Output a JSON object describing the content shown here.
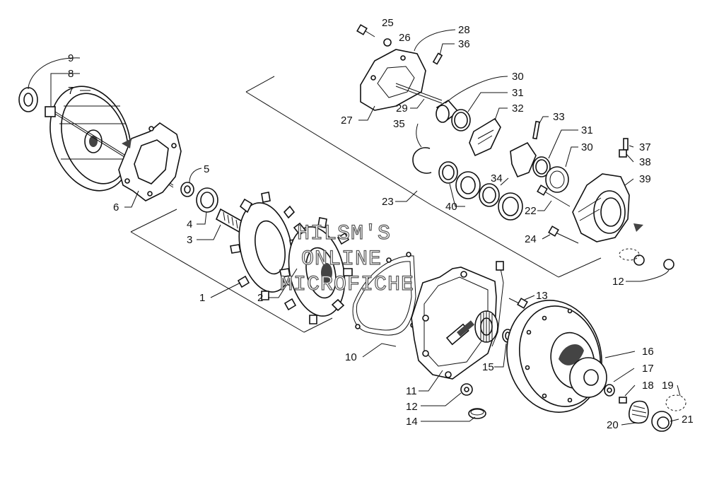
{
  "diagram": {
    "callouts": [
      "1",
      "2",
      "3",
      "4",
      "5",
      "6",
      "7",
      "8",
      "9",
      "10",
      "11",
      "12",
      "12",
      "13",
      "14",
      "15",
      "16",
      "17",
      "18",
      "19",
      "20",
      "21",
      "22",
      "23",
      "24",
      "25",
      "26",
      "27",
      "28",
      "29",
      "30",
      "30",
      "31",
      "31",
      "32",
      "33",
      "34",
      "35",
      "36",
      "37",
      "38",
      "39",
      "40"
    ],
    "watermark": [
      "HILSM'S",
      "ONLINE",
      "MICROFICHE"
    ]
  }
}
